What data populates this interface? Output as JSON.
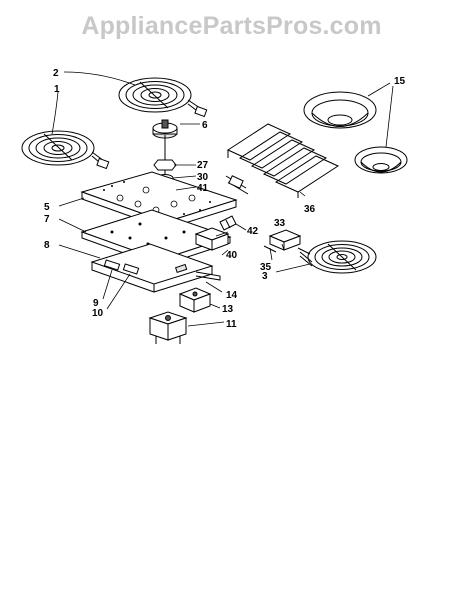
{
  "watermark": "AppliancePartsPros.com",
  "callouts": {
    "c1": "1",
    "c2": "2",
    "c3": "3",
    "c5": "5",
    "c6": "6",
    "c7": "7",
    "c8": "8",
    "c9": "9",
    "c10": "10",
    "c11": "11",
    "c13": "13",
    "c14": "14",
    "c15": "15",
    "c27": "27",
    "c30": "30",
    "c33": "33",
    "c35": "35",
    "c36": "36",
    "c40": "40",
    "c41": "41",
    "c42": "42"
  }
}
